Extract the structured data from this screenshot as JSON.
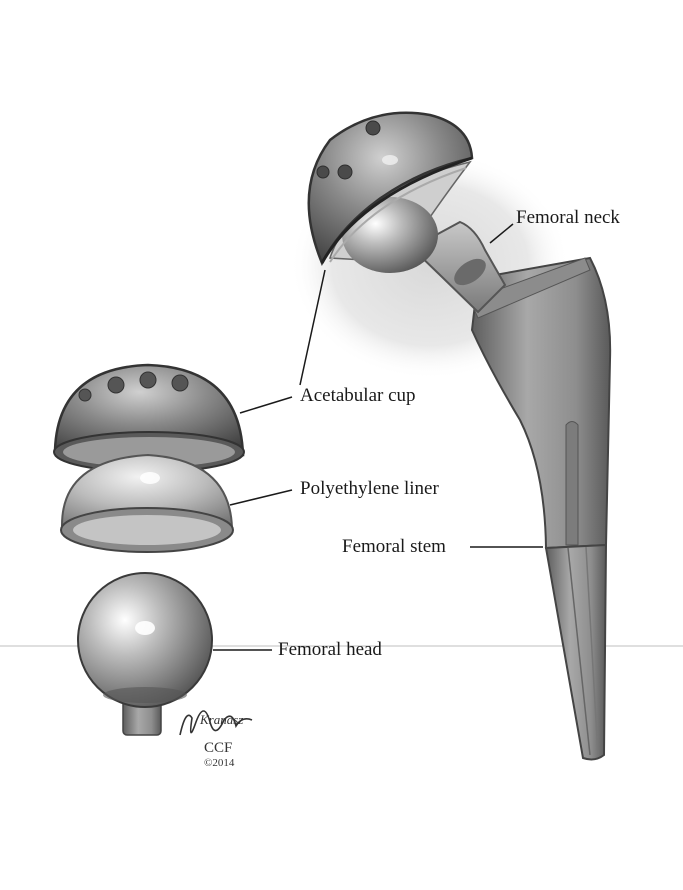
{
  "labels": {
    "femoral_neck": "Femoral neck",
    "acetabular_cup": "Acetabular cup",
    "polyethylene_liner": "Polyethylene liner",
    "femoral_stem": "Femoral stem",
    "femoral_head": "Femoral head"
  },
  "credit": {
    "signature": "Kranasz",
    "org": "CCF",
    "copyright": "©2014"
  },
  "colors": {
    "metal_dark": "#5a5a5a",
    "metal_mid": "#9a9a9a",
    "metal_light": "#d8d8d8",
    "liner": "#c9c9c9",
    "halo": "#e6e6e6",
    "label_text": "#1a1a1a"
  }
}
